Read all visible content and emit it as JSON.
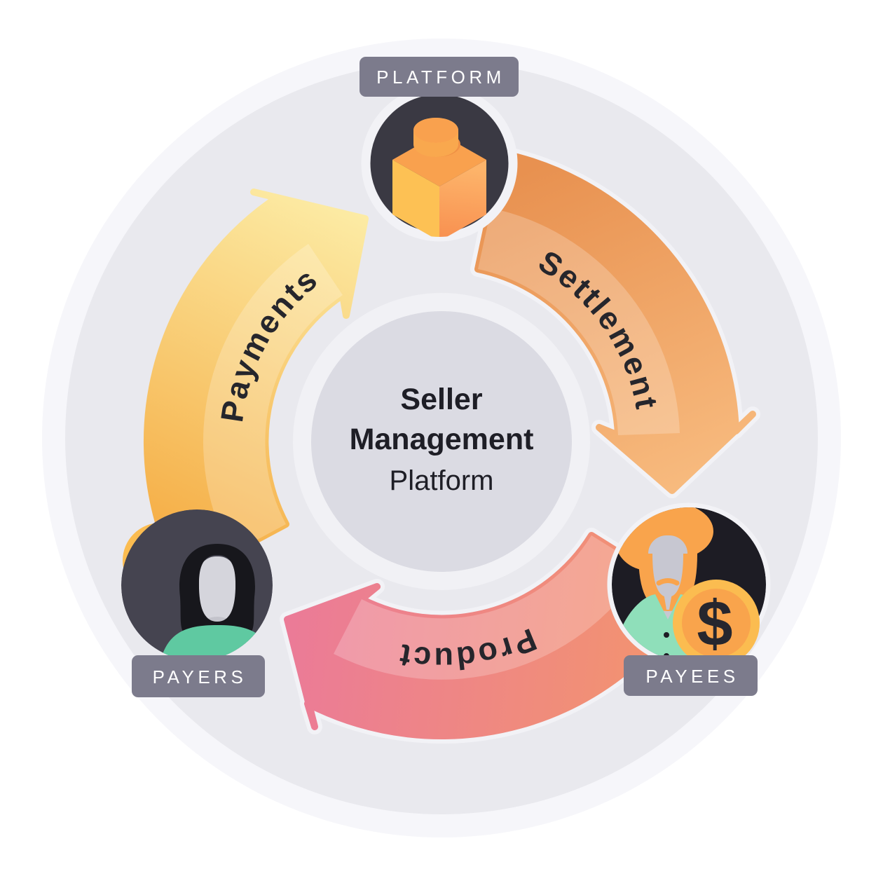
{
  "diagram_title": {
    "line1": "Seller",
    "line2": "Management",
    "line3": "Platform"
  },
  "arrows": {
    "payments": {
      "label": "Payments",
      "color_from": "#F5AC43",
      "color_to": "#FCEBA4"
    },
    "settlement": {
      "label": "Settlement",
      "color_from": "#E89150",
      "color_to": "#F8BC80"
    },
    "product": {
      "label": "Product",
      "color_from": "#F29272",
      "color_to": "#EB7B97"
    }
  },
  "nodes": {
    "platform": {
      "label": "PLATFORM",
      "icon": "isometric-box-icon",
      "circle_color": "#3A3943"
    },
    "payers": {
      "label": "PAYERS",
      "icon": "woman-avatar-icon",
      "circle_color": "#454450"
    },
    "payees": {
      "label": "PAYEES",
      "icon": "man-avatar-icon",
      "circle_color": "#1D1C24"
    }
  },
  "coins": {
    "symbol": "$",
    "icon": "dollar-coin-icon",
    "outer_color": "#FBBC50",
    "inner_color": "#F9A44C",
    "symbol_color": "#26262E"
  },
  "colors": {
    "bg_outer": "#F6F6FA",
    "bg_main": "#E9E9EE",
    "halo": "#F2F2F6",
    "center_ring": "#F1F1F5",
    "center_fill": "#DBDBE3",
    "title_text": "#1E1E26",
    "arrow_label_text": "#26262C",
    "badge_bg": "#7C7B8C",
    "badge_text": "#FFFFFF",
    "highlight": "#FFFFFF",
    "hair_black": "#17171C",
    "hair_orange": "#F9A44C",
    "face_female": "#D5D5DC",
    "face_male": "#C7C7D1",
    "skin_shade": "#C3C3CB",
    "shirt_teal": "#5FC9A1",
    "shirt_mint": "#8FDFBA",
    "cube_top": "#F9A14E",
    "cube_left": "#FDC154",
    "cube_right_from": "#FDB46A",
    "cube_right_to": "#F89050",
    "cube_hole": "#EF9045",
    "stud_side": "#F9A84E",
    "stud_top": "#FDC154",
    "stud_swirl": "#F9A14E"
  }
}
